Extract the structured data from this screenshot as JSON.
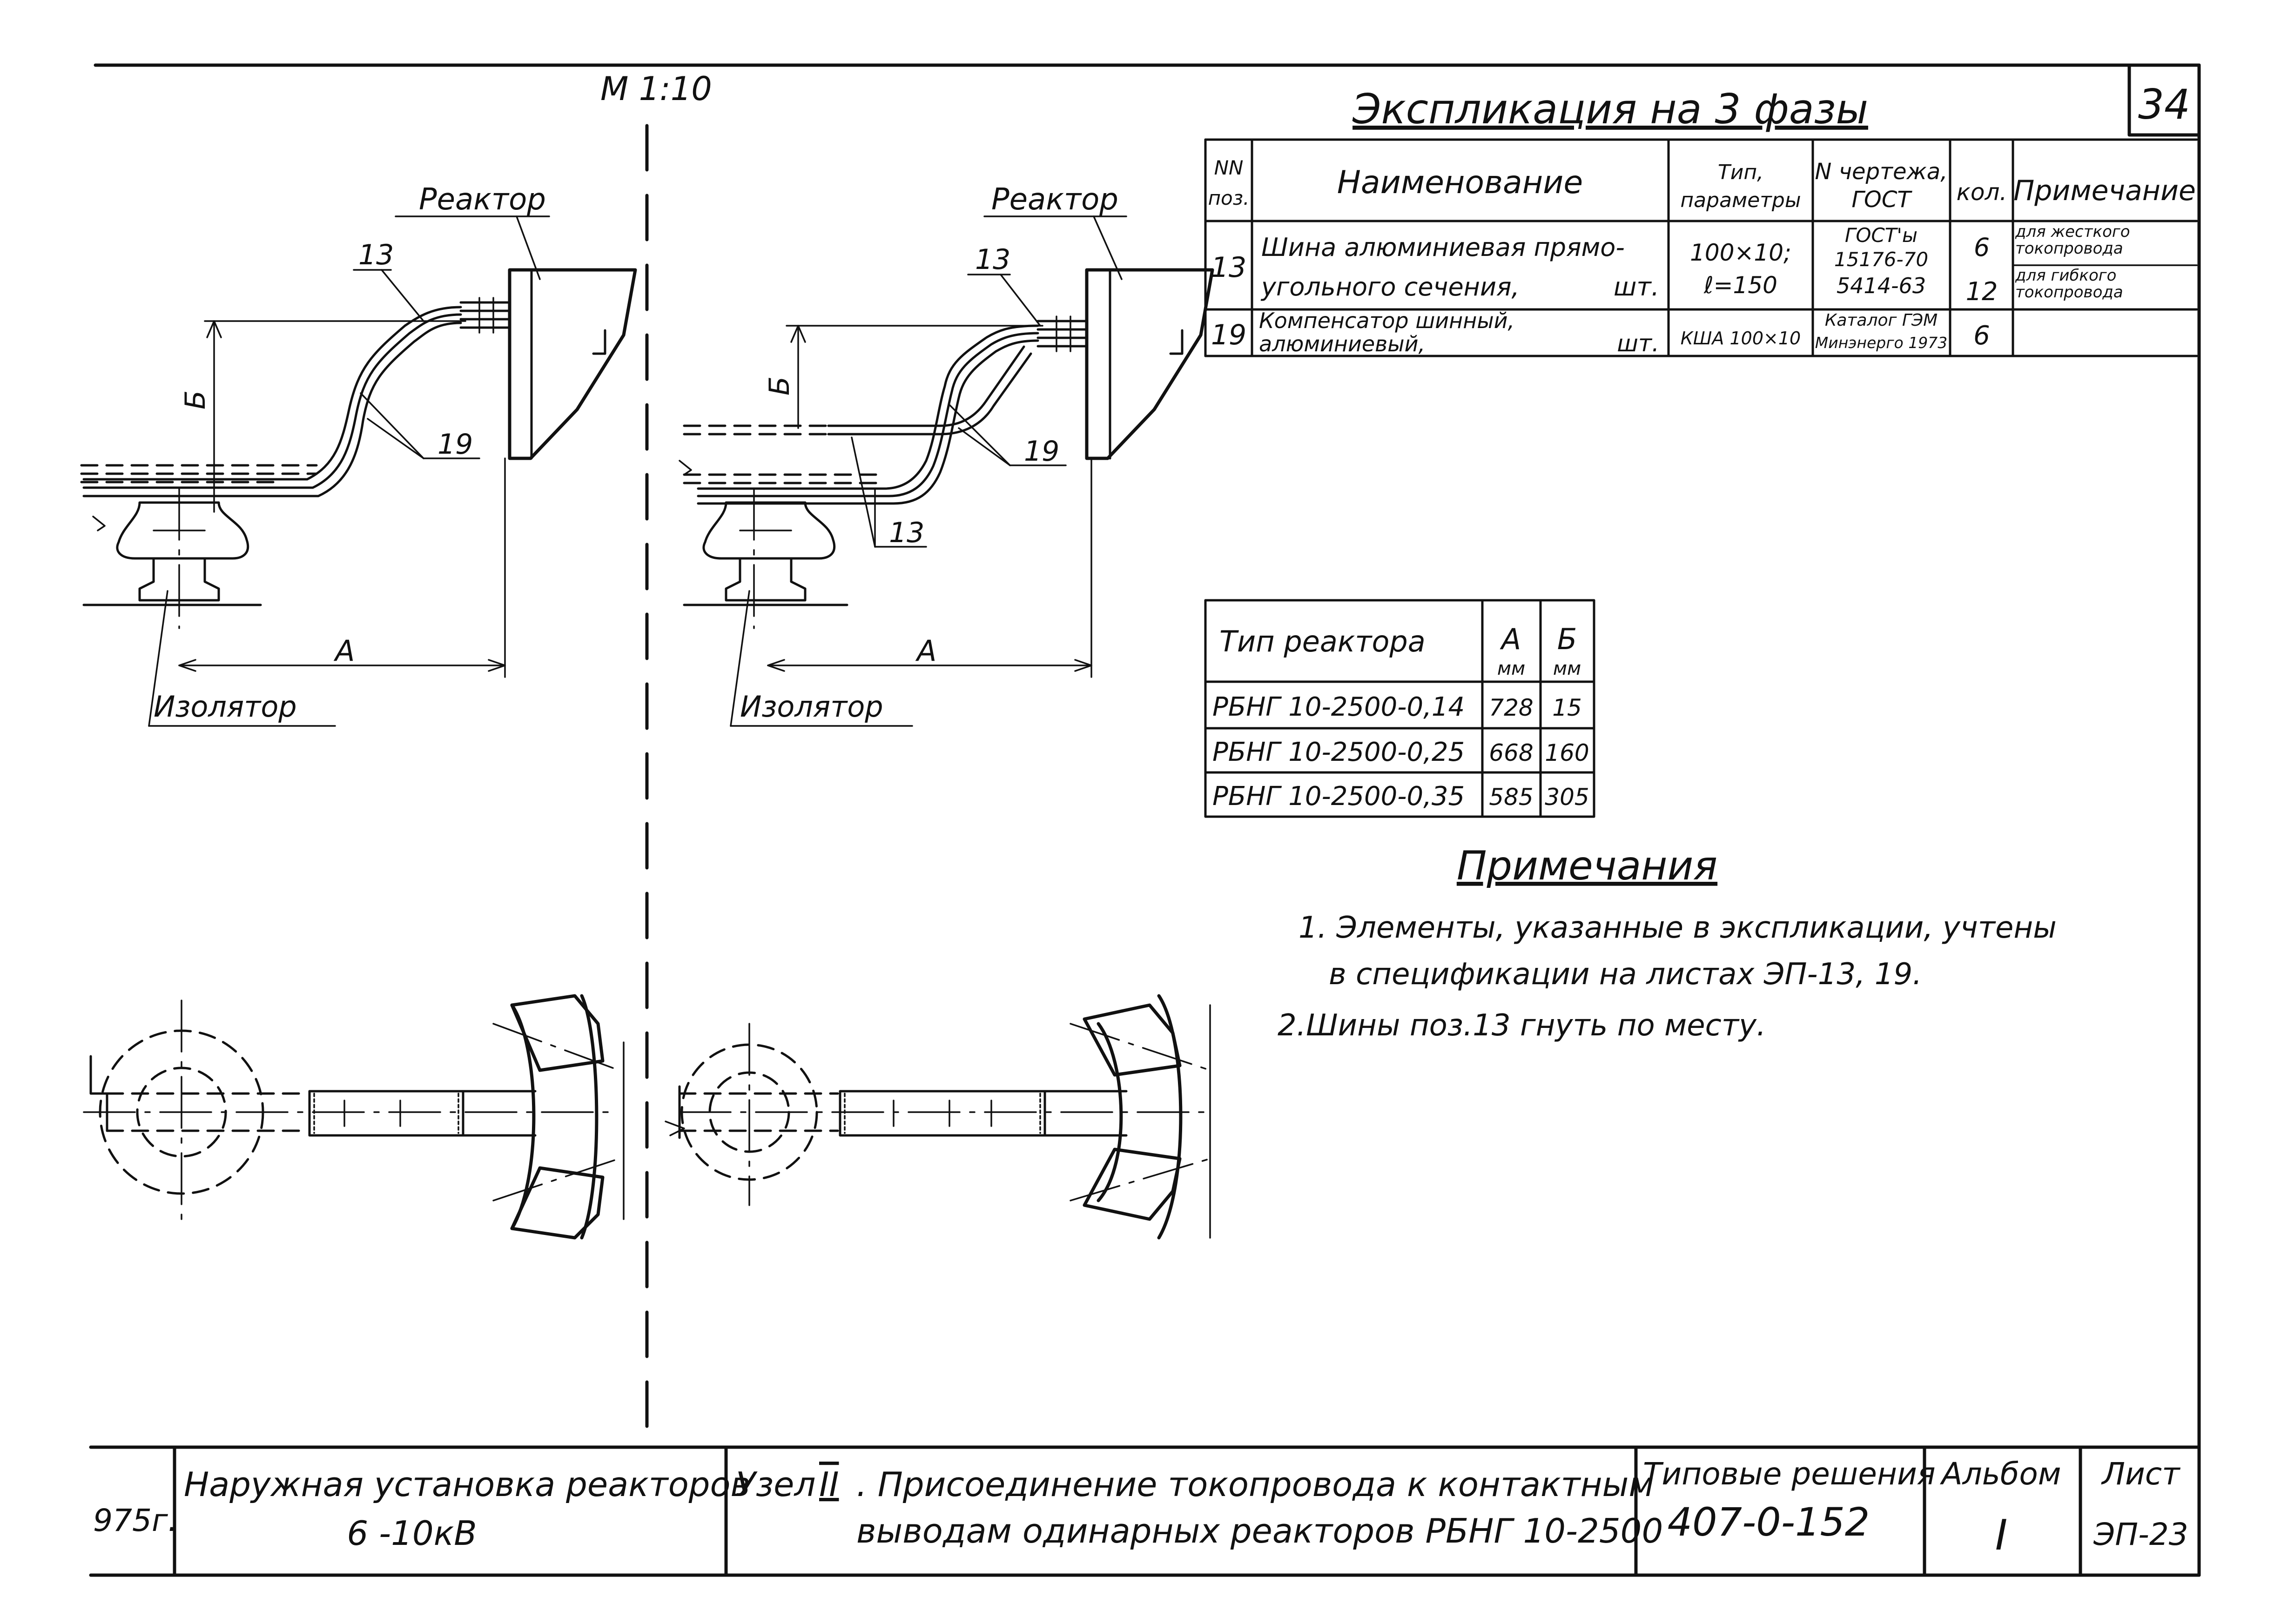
{
  "sheet_number": "34",
  "scale": "М 1:10",
  "explication": {
    "title": "Экспликация на 3 фазы",
    "headers": [
      "NN поз.",
      "Наименование",
      "Тип, параметры",
      "N чертежа, ГОСТ",
      "кол.",
      "Примечание"
    ],
    "header_lines": {
      "pos": [
        "NN",
        "поз."
      ],
      "name": "Наименование",
      "type": [
        "Тип,",
        "параметры"
      ],
      "doc": [
        "N чертежа,",
        "ГОСТ"
      ],
      "qty": "кол.",
      "note": "Примечание"
    },
    "rows": [
      {
        "pos": "13",
        "name_lines": [
          "Шина алюминиевая прямо-",
          "угольного сечения,"
        ],
        "unit": "шт.",
        "type_lines": [
          "100×10;",
          "ℓ=150"
        ],
        "doc_lines": [
          "ГОСТ'ы",
          "15176-70",
          "5414-63"
        ],
        "qty": [
          "6",
          "12"
        ],
        "note": [
          "для жесткого токопровода",
          "для гибкого токопровода"
        ]
      },
      {
        "pos": "19",
        "name_lines": [
          "Компенсатор шинный,",
          "алюминиевый,"
        ],
        "unit": "шт.",
        "type_lines": [
          "КША 100×10"
        ],
        "doc_lines": [
          "Каталог ГЭМ",
          "Минэнерго 1973"
        ],
        "qty": [
          "6"
        ],
        "note": [
          ""
        ]
      }
    ]
  },
  "reactor_table": {
    "headers": {
      "type": "Тип реактора",
      "a": "А",
      "a_unit": "мм",
      "b": "Б",
      "b_unit": "мм"
    },
    "rows": [
      {
        "type": "РБНГ 10-2500-0,14",
        "a": "728",
        "b": "15"
      },
      {
        "type": "РБНГ 10-2500-0,25",
        "a": "668",
        "b": "160"
      },
      {
        "type": "РБНГ 10-2500-0,35",
        "a": "585",
        "b": "305"
      }
    ]
  },
  "notes": {
    "title": "Примечания",
    "items": [
      "1. Элементы, указанные в экспликации, учтены",
      "в спецификации на листах ЭП-13, 19.",
      "2.Шины поз.13 гнуть по месту."
    ]
  },
  "drawing_labels": {
    "reactor": "Реактор",
    "insulator": "Изолятор",
    "pos13": "13",
    "pos19": "19",
    "dim_a": "А",
    "dim_b": "Б"
  },
  "title_block": {
    "year": "975г.",
    "object_lines": [
      "Наружная установка реакторов",
      "6 -10кВ"
    ],
    "node_prefix": "Узел",
    "node_roman": "II",
    "node_lines": [
      ". Присоединение токопровода к контактным",
      "выводам одинарных реакторов РБНГ 10-2500"
    ],
    "series_label": "Типовые решения",
    "series_number": "407-0-152",
    "album_label": "Альбом",
    "album_number": "I",
    "sheet_label": "Лист",
    "sheet_code": "ЭП-23"
  }
}
